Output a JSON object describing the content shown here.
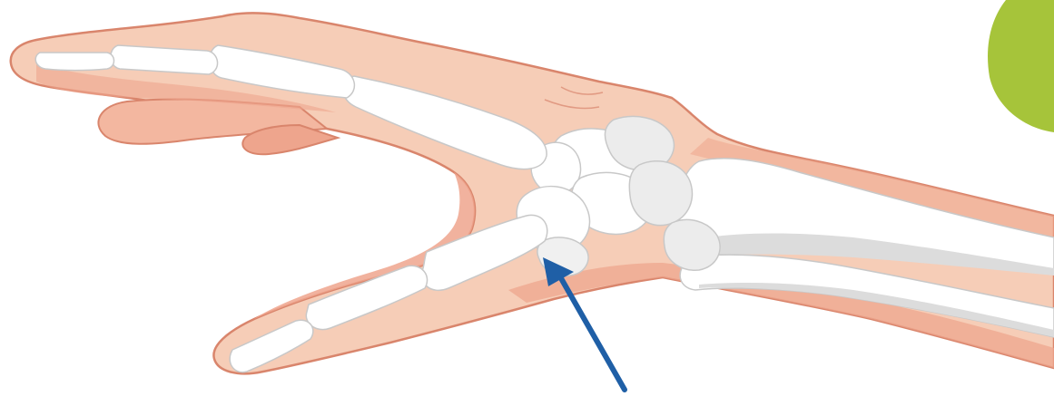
{
  "figure": {
    "subject": "hand-and-wrist-skeleton",
    "view": "lateral",
    "colors": {
      "background": "#ffffff",
      "skin": "#f6cdb7",
      "skin_shadow": "#eea58d",
      "skin_outline": "#d9856c",
      "bone": "#ffffff",
      "bone_shade": "#dcdcdc",
      "bone_outline": "#c8c8c8",
      "arrow": "#1f5fa6",
      "accent_shape": "#a6c43a"
    },
    "icons": [
      "pointer-arrow",
      "green-circle"
    ]
  }
}
